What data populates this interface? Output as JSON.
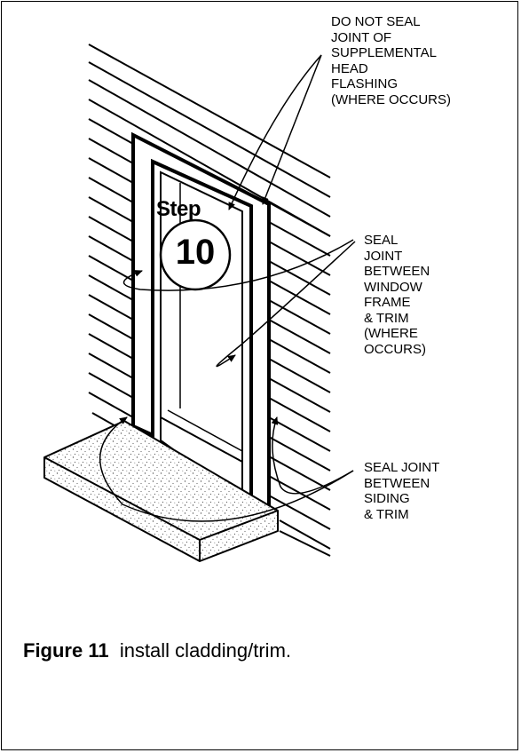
{
  "step": {
    "word": "Step",
    "number": "10"
  },
  "callouts": {
    "head_flashing": "DO NOT SEAL\nJOINT OF\nSUPPLEMENTAL\nHEAD\nFLASHING\n(WHERE OCCURS)",
    "window_frame_trim": "SEAL\nJOINT\nBETWEEN\nWINDOW\nFRAME\n& TRIM\n(WHERE\nOCCURS)",
    "siding_trim": "SEAL JOINT\nBETWEEN\nSIDING\n& TRIM"
  },
  "caption": {
    "label": "Figure 11",
    "text": "  install cladding/trim."
  }
}
